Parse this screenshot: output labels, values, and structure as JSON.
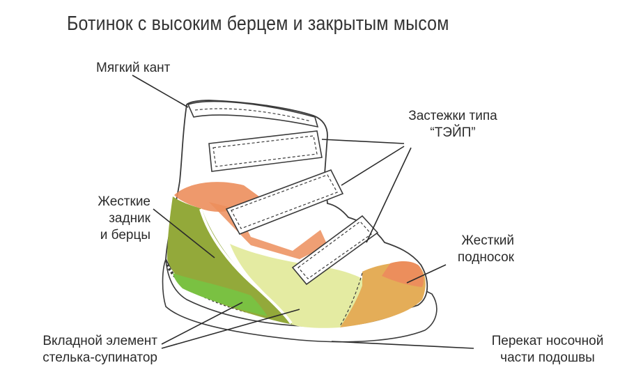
{
  "title": "Ботинок с высоким берцем и закрытым мысом",
  "labels": {
    "soft_edge": "Мягкий кант",
    "fasteners_line1": "Застежки типа",
    "fasteners_line2": "“ТЭЙП”",
    "heel_line1": "Жесткие",
    "heel_line2": "задник",
    "heel_line3": "и берцы",
    "toe_line1": "Жесткий",
    "toe_line2": "подносок",
    "insert_line1": "Вкладной элемент",
    "insert_line2": "стелька-супинатор",
    "roll_line1": "Перекат носочной",
    "roll_line2": "части подошвы"
  },
  "colors": {
    "heel_counter": "#93a93a",
    "heel_orange": "#ec8e5c",
    "insole_green": "#7ac142",
    "arch_yellow": "#e4eba2",
    "toe_cap": "#e4ad58",
    "toe_orange": "#ec8e5c",
    "outline": "#3a3a3a"
  }
}
